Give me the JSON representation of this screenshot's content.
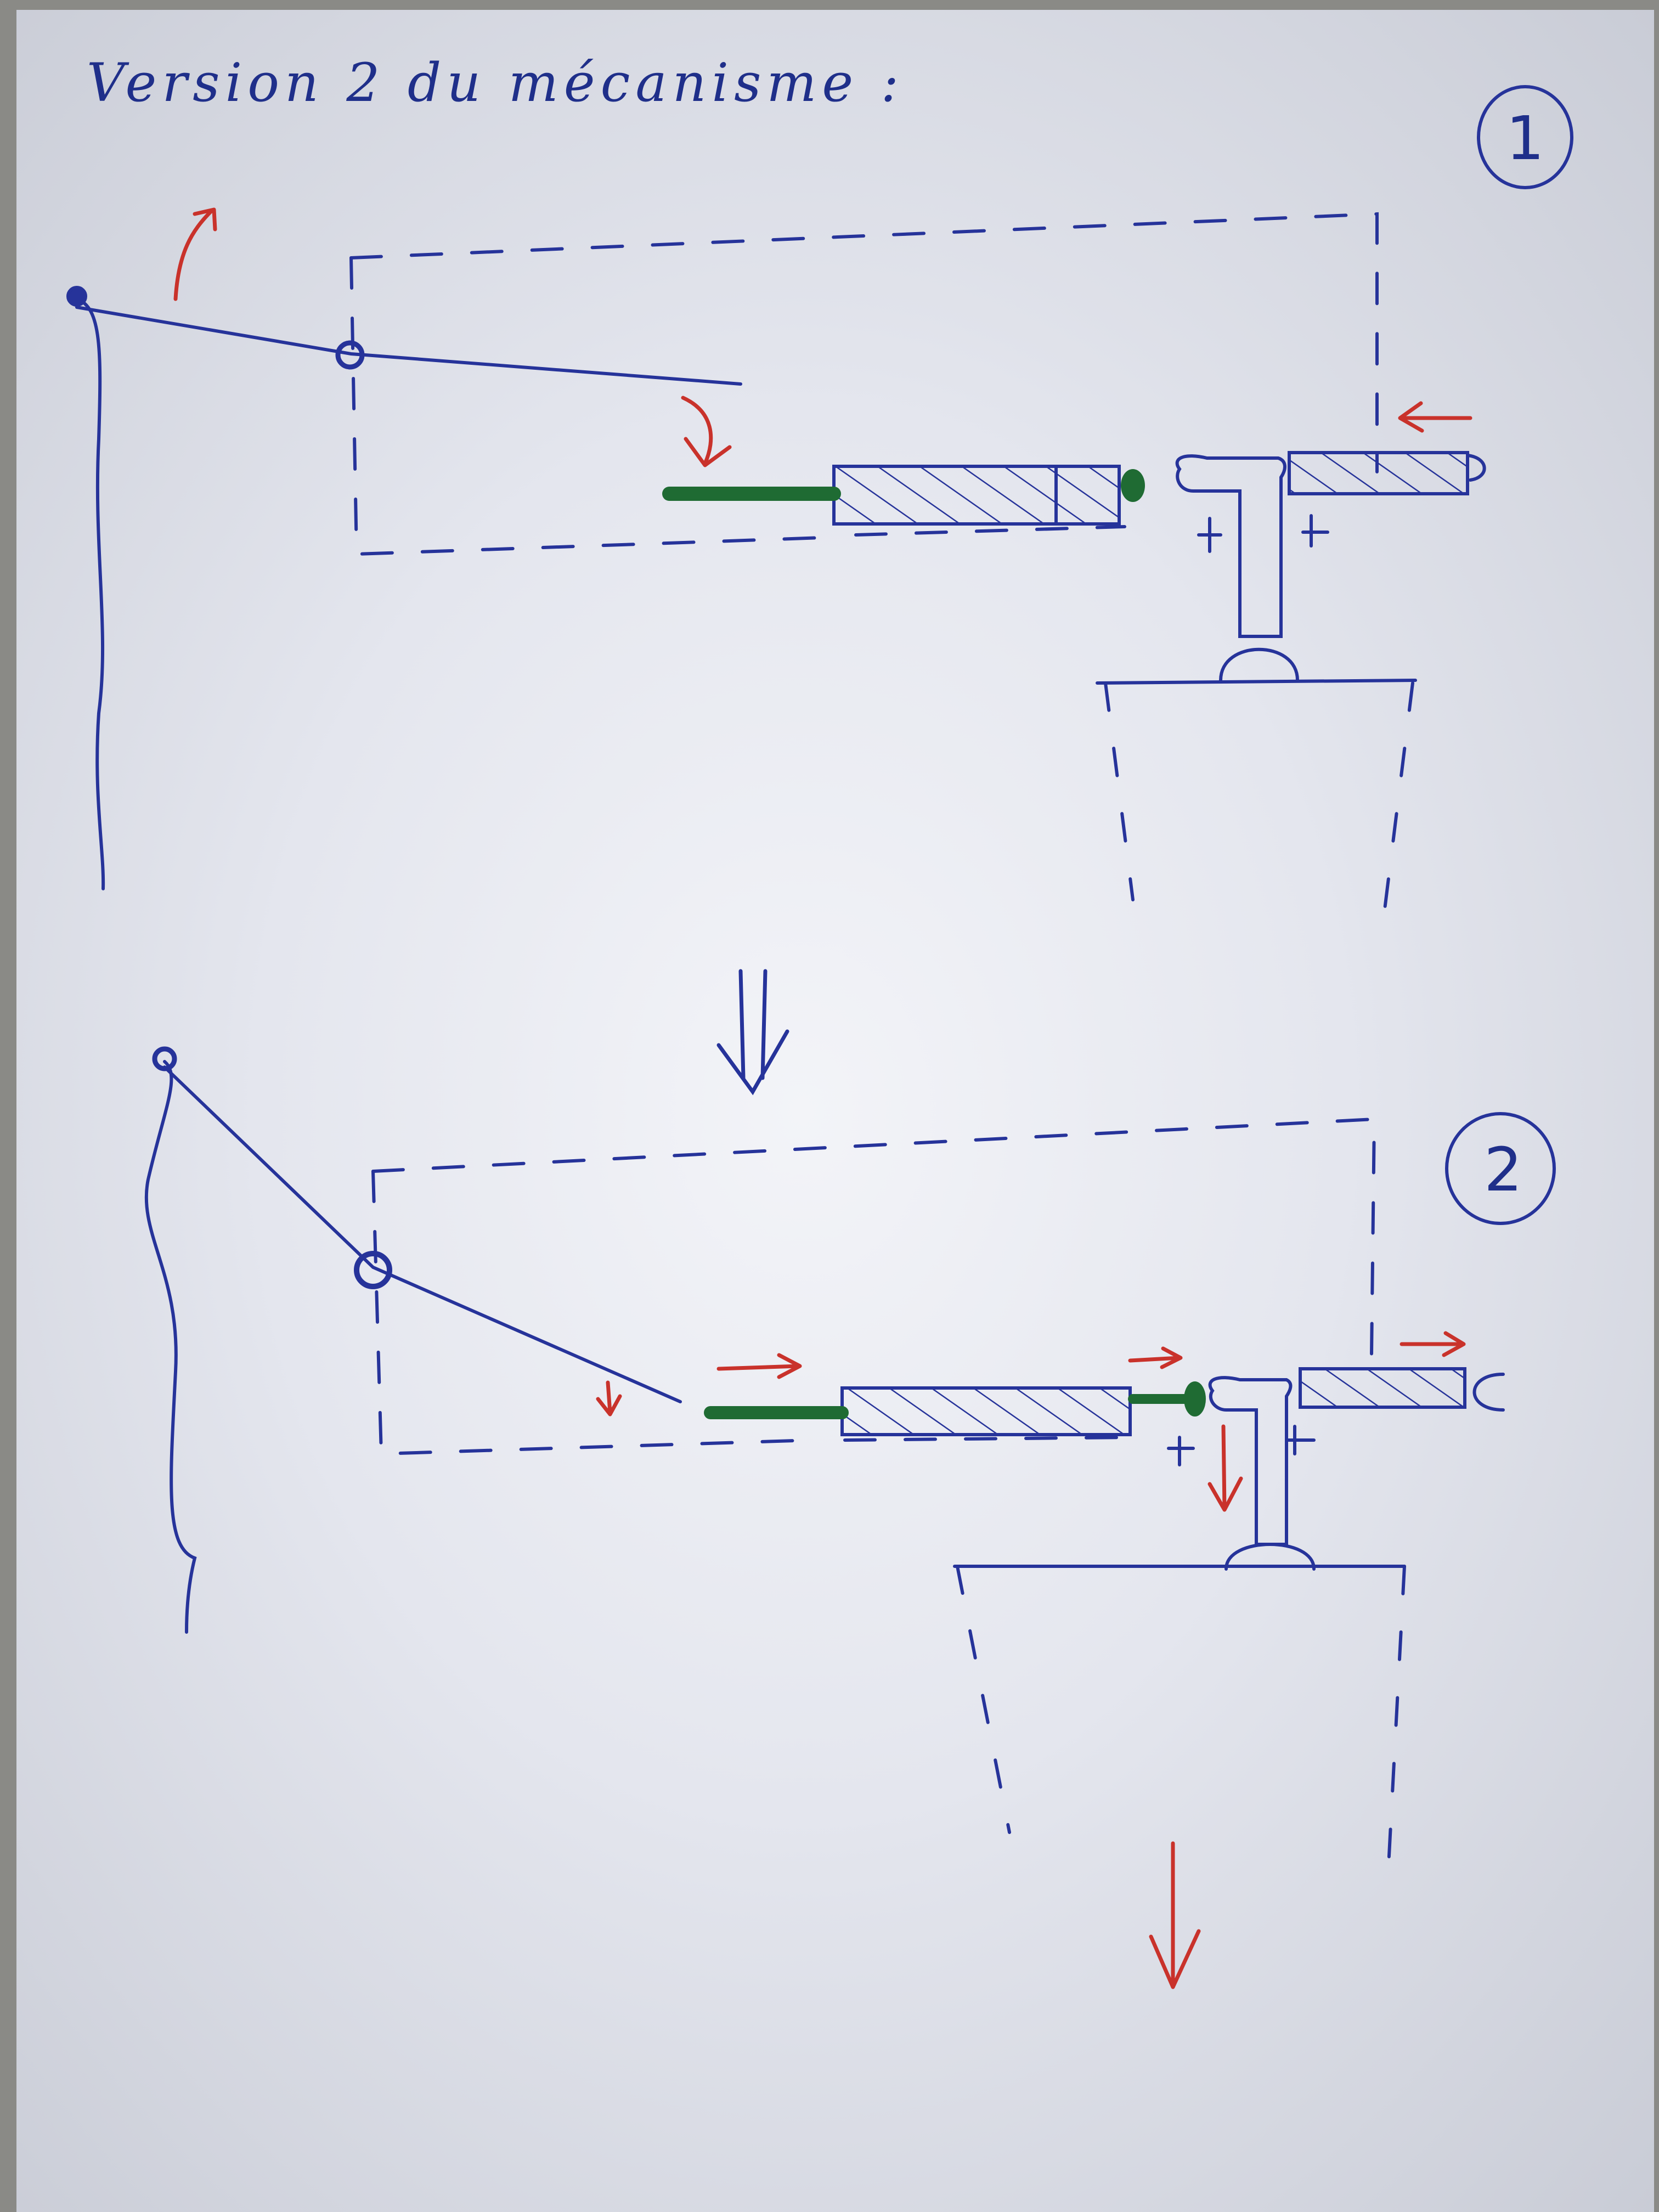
{
  "title": "Version 2 du mécanisme :",
  "steps": [
    {
      "label": "1"
    },
    {
      "label": "2"
    }
  ],
  "transition_symbol": "⇓",
  "colors": {
    "ink_blue": "#26339a",
    "ink_red": "#c9322b",
    "ink_green": "#1f6b33",
    "paper": "#e8e9ef"
  }
}
